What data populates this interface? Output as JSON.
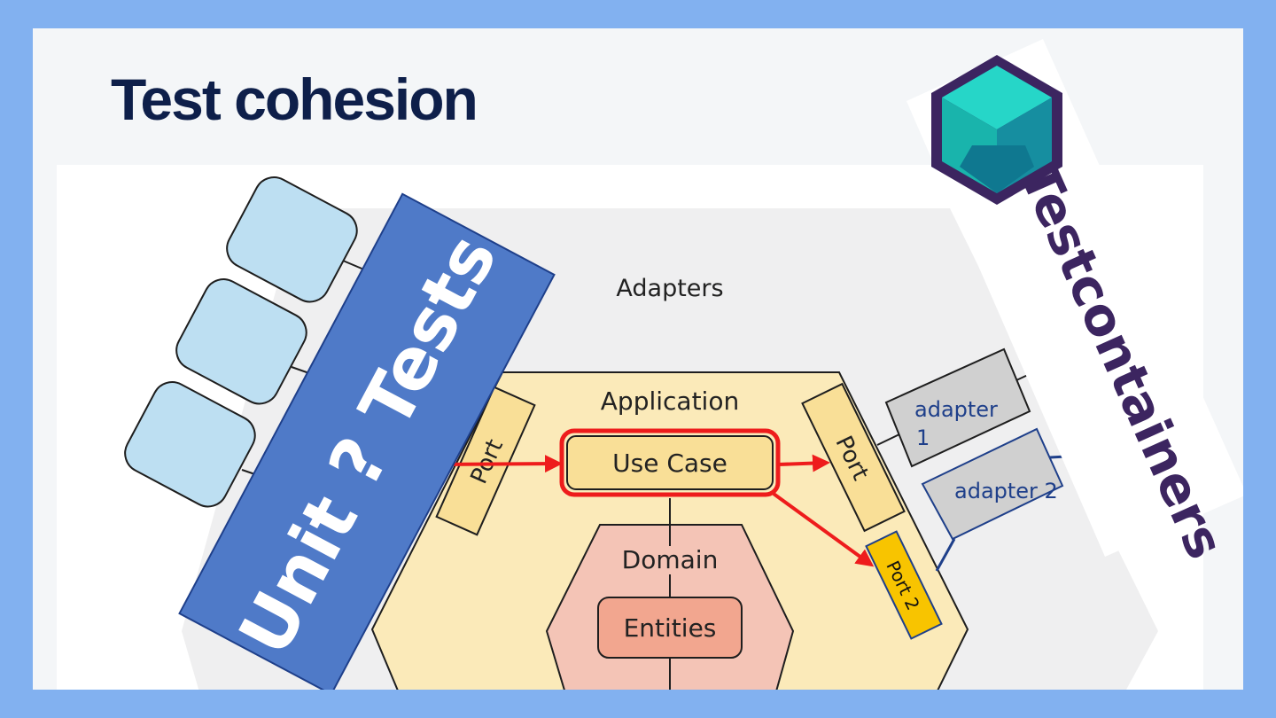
{
  "slide": {
    "title": "Test cohesion"
  },
  "diagram": {
    "layers": {
      "adapters": "Adapters",
      "application": "Application",
      "domain": "Domain"
    },
    "use_case": "Use Case",
    "entities": "Entities",
    "left_port": "Port",
    "right_port": "Port",
    "port2": "Port 2",
    "adapter1_line1": "adapter",
    "adapter1_line2": "1",
    "adapter2": "adapter 2",
    "unit_tests_banner": "Unit ? Tests",
    "testcontainers_logo": "Testcontainers",
    "colors": {
      "background": "#82b1f0",
      "slide": "#f4f6f8",
      "title": "#0e1f4a",
      "banner": "#4f7ac8",
      "application": "#fbeab9",
      "domain": "#f4c4b6",
      "entities": "#f2a68f",
      "port": "#f9df97",
      "port2": "#f8c400",
      "arrow": "#ee1c1c",
      "logo_text": "#3c2560"
    }
  }
}
